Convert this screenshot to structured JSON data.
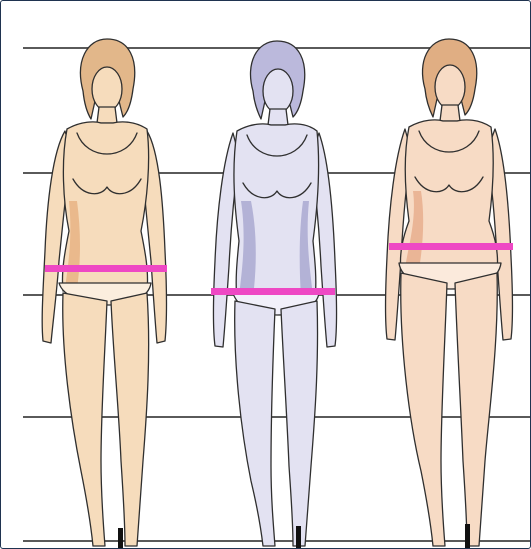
{
  "image": {
    "description_visible_text": "",
    "figures": [
      {
        "id": "figure-left",
        "skin": "#f6dcbc",
        "shade": "#eab98c",
        "hair": "#e2b78a"
      },
      {
        "id": "figure-center",
        "skin": "#e3e2f2",
        "shade": "#b3b2d6",
        "hair": "#bbb9dc"
      },
      {
        "id": "figure-right",
        "skin": "#f7dbc5",
        "shade": "#eab596",
        "hair": "#e0ae83"
      }
    ],
    "colors": {
      "frame": "#1f3350",
      "guide_lines": "#5a5a5a",
      "measure_bar": "#ee48c4",
      "outline": "#2f2f2f",
      "tick": "#111111"
    },
    "guide_line_count": 5,
    "measure_bar_count": 3,
    "tick_count": 3
  }
}
